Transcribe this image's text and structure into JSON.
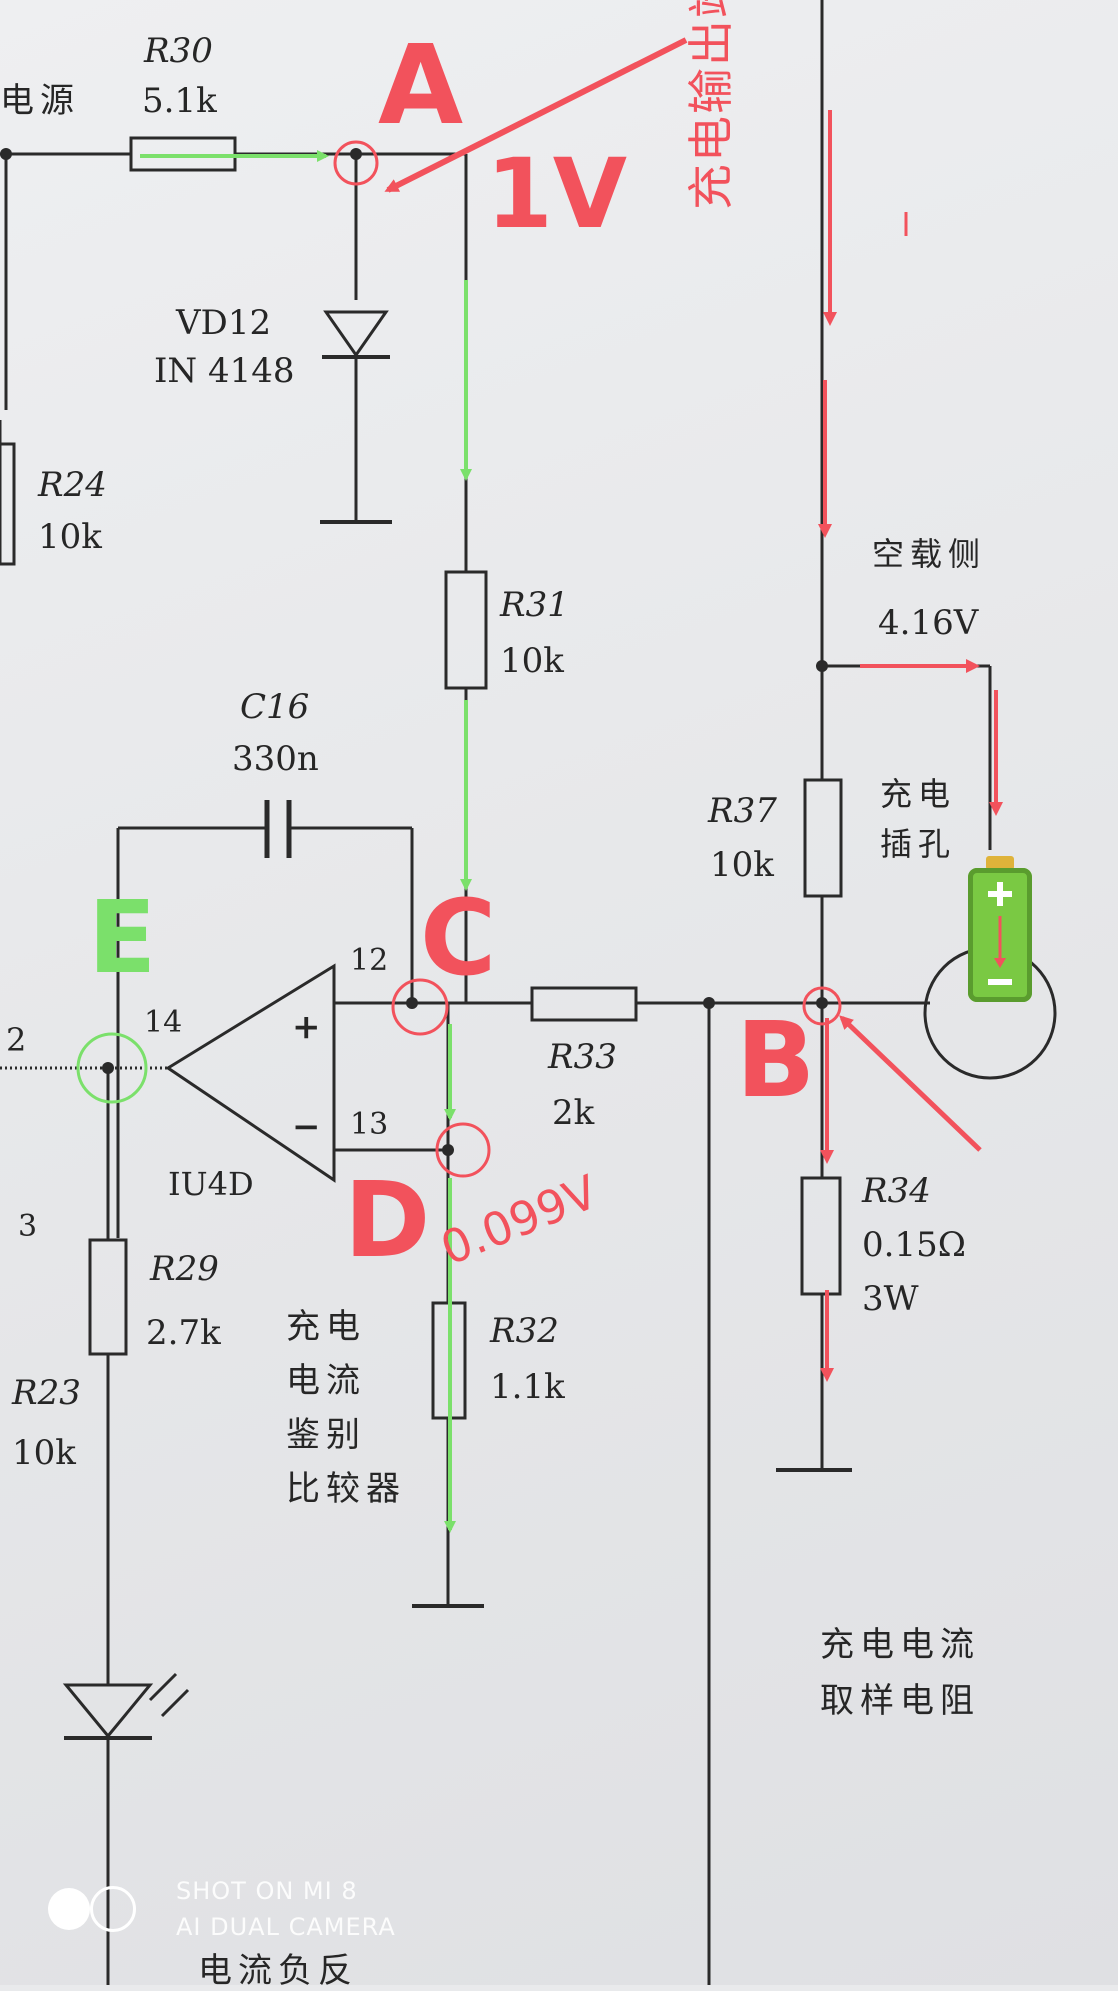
{
  "labels": {
    "r30": {
      "name": "R30",
      "value": "5.1k"
    },
    "vd12": {
      "name": "VD12",
      "value": "IN 4148"
    },
    "r24": {
      "name": "R24",
      "value": "10k"
    },
    "r31": {
      "name": "R31",
      "value": "10k"
    },
    "c16": {
      "name": "C16",
      "value": "330n"
    },
    "r37": {
      "name": "R37",
      "value": "10k"
    },
    "r33": {
      "name": "R33",
      "value": "2k"
    },
    "r34": {
      "name": "R34",
      "value": "0.15Ω",
      "power": "3W"
    },
    "r29": {
      "name": "R29",
      "value": "2.7k"
    },
    "r32": {
      "name": "R32",
      "value": "1.1k"
    },
    "r23": {
      "name": "R23",
      "value": "10k"
    },
    "opamp": {
      "name": "IU4D",
      "plus": "+",
      "minus": "−",
      "pin12": "12",
      "pin13": "13",
      "pin14": "14"
    },
    "left_pins": {
      "pin2": "2",
      "pin3": "3"
    },
    "power_source": "电源",
    "no_load_side": "空载侧",
    "no_load_voltage": "4.16V",
    "charge_jack": [
      "充电",
      "插孔"
    ],
    "comparator": [
      "充电",
      "电流",
      "鉴别",
      "比较器"
    ],
    "sense_resistor": [
      "充电电流",
      "取样电阻"
    ],
    "bottom_partial": "电流负反"
  },
  "annotations": {
    "a": "A",
    "volt_a": "1V",
    "output_end": "充电输出端",
    "b": "B",
    "c": "C",
    "d": "D",
    "volt_d": "0.099V",
    "e": "E"
  },
  "watermark": {
    "line1": "SHOT ON MI 8",
    "line2": "AI DUAL CAMERA"
  },
  "colors": {
    "annotation_red": "#f2525c",
    "annotation_green": "#7be06b",
    "ink": "#2a2a2a",
    "battery": "#7ac943"
  },
  "icons": [
    "battery-icon",
    "led-icon",
    "diode-icon",
    "ground-icon",
    "capacitor-icon",
    "opamp-icon"
  ]
}
